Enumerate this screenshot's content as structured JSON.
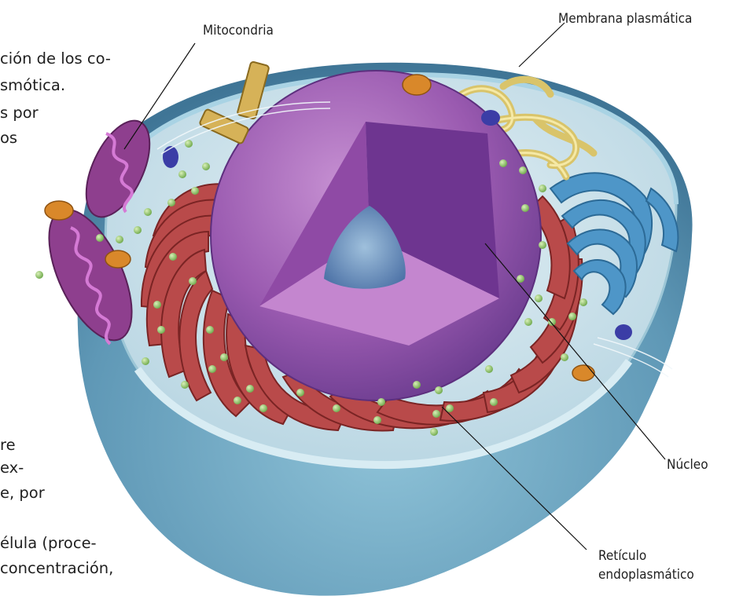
{
  "page_text": {
    "top_lines": [
      "ción de los co-",
      "smótica.",
      "s por",
      "os"
    ],
    "bottom_lines": [
      "re",
      "ex-",
      "e, por",
      "élula (proce-",
      "concentración,"
    ]
  },
  "labels": {
    "mitocondria": "Mitocondria",
    "membrana": "Membrana plasmática",
    "nucleo": "Núcleo",
    "reticulo_line1": "Retículo",
    "reticulo_line2": "endoplasmático"
  },
  "colors": {
    "membrane": "#7fb6cf",
    "cytoplasm": "#cfe3ea",
    "nucleus": "#9a5ab0",
    "nucleus_inner": "#7b3f9c",
    "nucleolus": "#6c93bf",
    "er": "#b94a4a",
    "golgi": "#4e96c8",
    "mitochondria": "#8e3f8e",
    "ribosome": "#9fd07a",
    "vesicle": "#d9882a"
  }
}
